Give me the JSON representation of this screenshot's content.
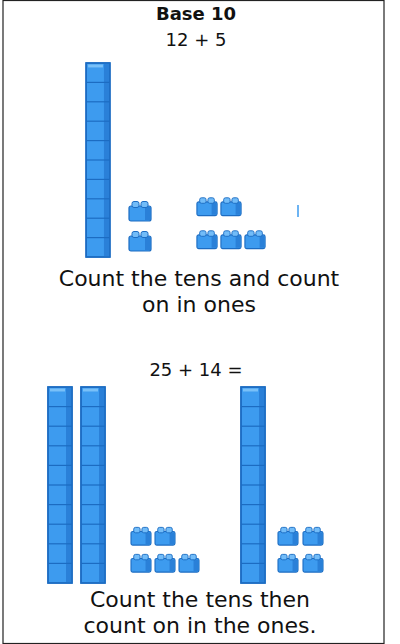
{
  "diagram": {
    "title": "Base 10",
    "labels": [
      "12 + 5",
      "Count the tens and count on in ones",
      "25 + 14 =",
      "Count the tens then count on in the ones."
    ]
  }
}
